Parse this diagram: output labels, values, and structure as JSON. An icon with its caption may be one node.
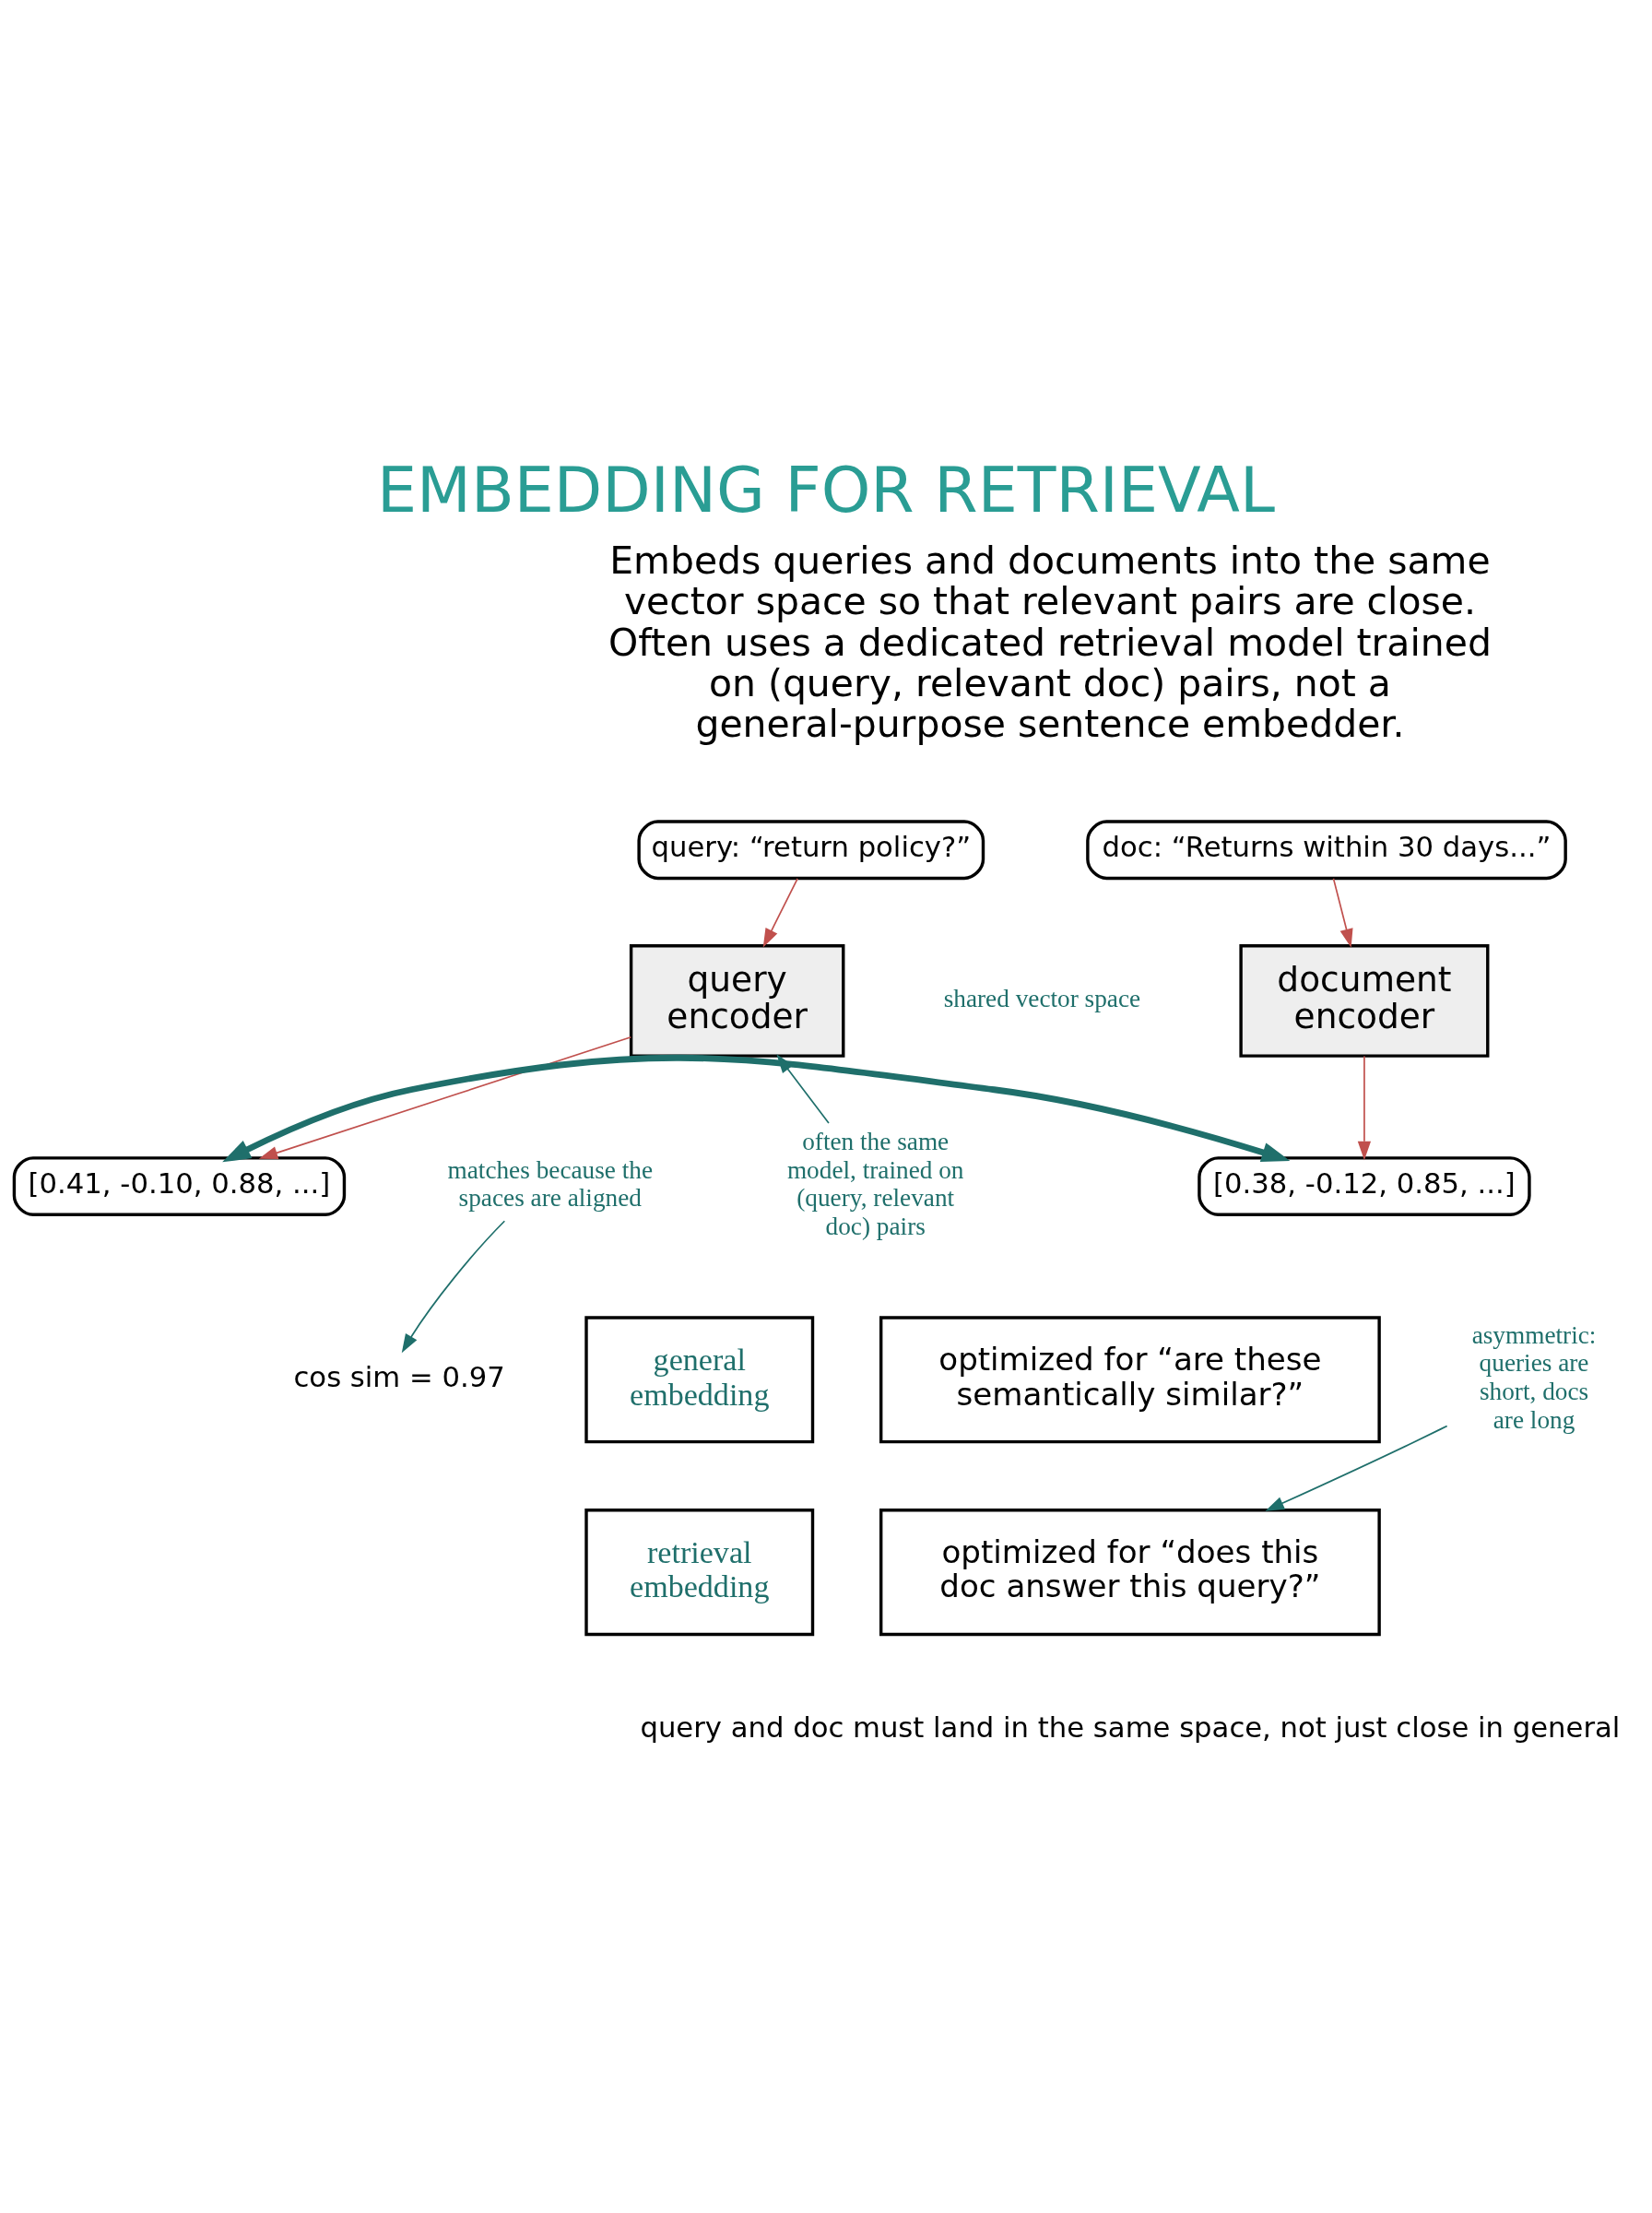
{
  "diagram": {
    "title": "EMBEDDING FOR RETRIEVAL",
    "caption": "query and doc must land in the same space, not just close in general",
    "nodes": [
      {
        "text": [
          "query: “return policy?”"
        ]
      },
      {
        "text": [
          "doc: “Returns within 30 days...”"
        ]
      },
      {
        "text": [
          "query encoder"
        ]
      },
      {
        "text": [
          "document encoder"
        ]
      },
      {
        "text": [
          "[0.41, -0.10, 0.88, ...]"
        ]
      },
      {
        "text": [
          "[0.38, -0.12, 0.85, ...]"
        ]
      },
      {
        "text": [
          "often the same model, trained on (query, relevant doc) pairs"
        ]
      },
      {
        "text": [
          "matches because the spaces are aligned"
        ]
      },
      {
        "text": [
          "cos sim = 0.97"
        ]
      },
      {
        "text": [
          "general embedding"
        ]
      },
      {
        "text": [
          "optimized for “are these semantically similar?”"
        ]
      },
      {
        "text": [
          "retrieval embedding"
        ]
      },
      {
        "text": [
          "optimized for “does this doc answer this query?”"
        ]
      },
      {
        "text": [
          "asymmetric: queries are short, docs are long"
        ]
      }
    ],
    "edges": [
      {
        "from": 0,
        "to": 2,
        "arrow": "to",
        "color": "#c0504d"
      },
      {
        "from": 1,
        "to": 3,
        "arrow": "to",
        "color": "#c0504d"
      },
      {
        "from": 2,
        "to": 4,
        "arrow": "to",
        "color": "#c0504d"
      },
      {
        "from": 3,
        "to": 5,
        "arrow": "to",
        "color": "#c0504d"
      },
      {
        "from": 4,
        "to": 5,
        "arrow": "both",
        "style": "thick",
        "color": "#1f6f6b"
      },
      {
        "from": 6,
        "to": 2,
        "arrow": "to",
        "color": "#1f6f6b"
      },
      {
        "from": 7,
        "to": 8,
        "arrow": "to",
        "color": "#1f6f6b"
      },
      {
        "from": 13,
        "to": 12,
        "arrow": "to",
        "color": "#1f6f6b"
      }
    ],
    "labels": [
      "Embeds queries and documents into the same vector space so that relevant pairs are close. Often uses a dedicated retrieval model trained on (query, relevant doc) pairs, not a general-purpose sentence embedder.",
      "shared vector space"
    ]
  }
}
